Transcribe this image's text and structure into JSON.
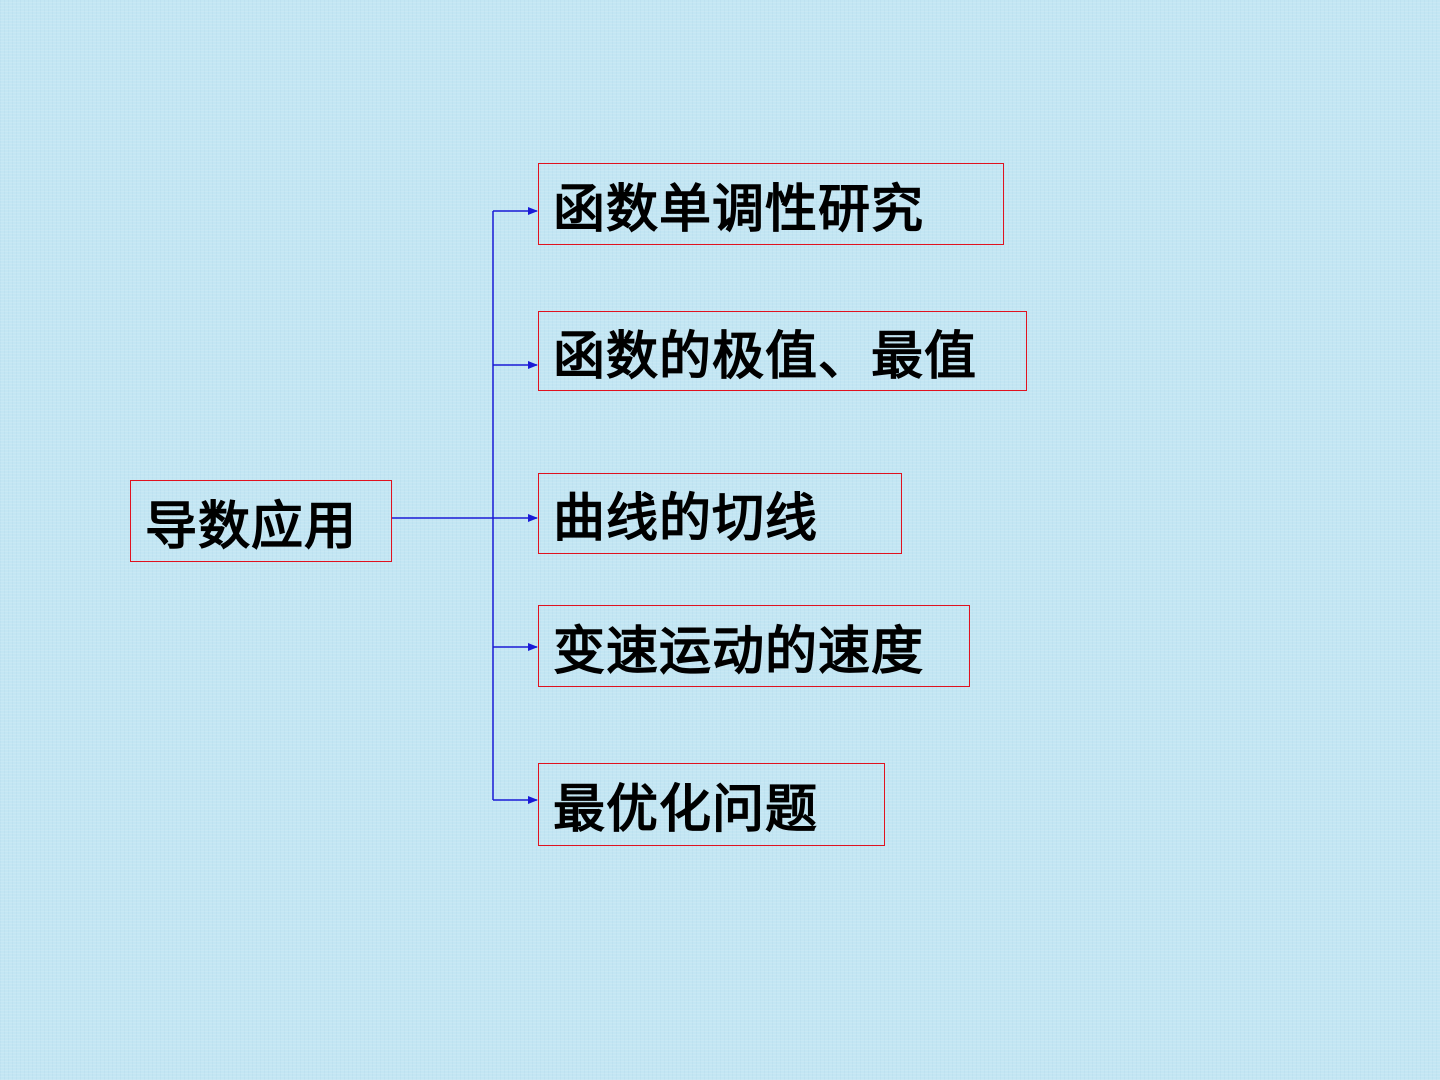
{
  "diagram": {
    "root": {
      "label": "导数应用"
    },
    "branches": [
      {
        "label": "函数单调性研究"
      },
      {
        "label": "函数的极值、最值"
      },
      {
        "label": "曲线的切线"
      },
      {
        "label": "变速运动的速度"
      },
      {
        "label": "最优化问题"
      }
    ],
    "colors": {
      "box_border": "#e0121f",
      "connector": "#1a1ad6",
      "background": "#c3e6f3"
    }
  }
}
